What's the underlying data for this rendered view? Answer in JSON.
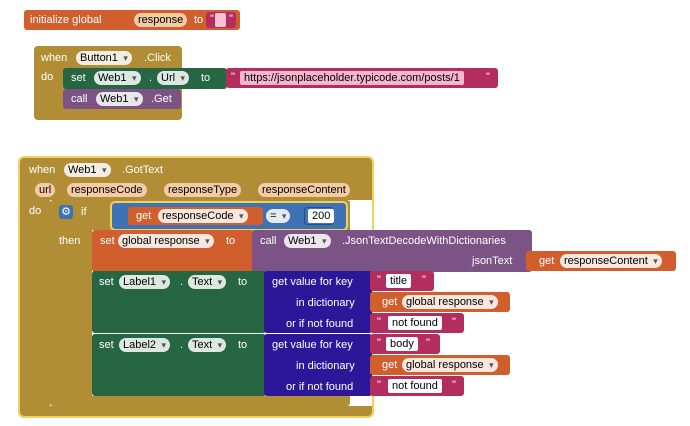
{
  "init_block": {
    "label": "initialize global",
    "var_name": "response",
    "to_label": "to",
    "value_text": ""
  },
  "click_block": {
    "when_label": "when",
    "component": "Button1",
    "event": ".Click",
    "do_label": "do",
    "set_label": "set",
    "set_component": "Web1",
    "set_dot": ".",
    "set_property": "Url",
    "set_to": "to",
    "url_value": "https://jsonplaceholder.typicode.com/posts/1",
    "call_label": "call",
    "call_component": "Web1",
    "call_method": ".Get"
  },
  "gottext_block": {
    "when_label": "when",
    "component": "Web1",
    "event": ".GotText",
    "params": [
      "url",
      "responseCode",
      "responseType",
      "responseContent"
    ],
    "do_label": "do",
    "if_label": "if",
    "then_label": "then",
    "condition": {
      "get_label": "get",
      "var": "responseCode",
      "operator": "=",
      "value": "200"
    },
    "set_response": {
      "set_label": "set",
      "var": "global response",
      "to_label": "to",
      "call_label": "call",
      "call_component": "Web1",
      "method": ".JsonTextDecodeWithDictionaries",
      "arg_label": "jsonText",
      "arg_get": "get",
      "arg_var": "responseContent"
    },
    "set_label1": {
      "set_label": "set",
      "component": "Label1",
      "dot": ".",
      "property": "Text",
      "to_label": "to",
      "get_value_label": "get value for key",
      "key": "title",
      "in_dict_label": "in dictionary",
      "dict_get": "get",
      "dict_var": "global response",
      "not_found_label": "or if not found",
      "not_found_value": "not found"
    },
    "set_label2": {
      "set_label": "set",
      "component": "Label2",
      "dot": ".",
      "property": "Text",
      "to_label": "to",
      "get_value_label": "get value for key",
      "key": "body",
      "in_dict_label": "in dictionary",
      "dict_get": "get",
      "dict_var": "global response",
      "not_found_label": "or if not found",
      "not_found_value": "not found"
    }
  }
}
